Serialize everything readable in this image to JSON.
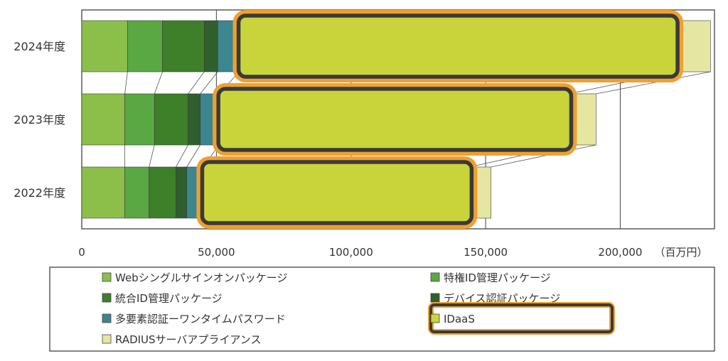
{
  "chart_data": {
    "type": "bar",
    "orientation": "horizontal",
    "stacked": true,
    "categories": [
      "2024年度",
      "2023年度",
      "2022年度"
    ],
    "unit_label": "（百万円）",
    "xlim": [
      0,
      235000
    ],
    "x_ticks": [
      0,
      50000,
      100000,
      150000,
      200000
    ],
    "x_tick_labels": [
      "0",
      "50,000",
      "100,000",
      "150,000",
      "200,000"
    ],
    "grid": "vertical",
    "legend_position": "bottom",
    "highlight_series": "IDaaS",
    "series": [
      {
        "name": "Webシングルサインオンパッケージ",
        "color": "#8cbf4a",
        "values": [
          17000,
          16000,
          16000
        ]
      },
      {
        "name": "特権ID管理パッケージ",
        "color": "#5aa843",
        "values": [
          13000,
          11000,
          9000
        ]
      },
      {
        "name": "統合ID管理パッケージ",
        "color": "#3e7f2a",
        "values": [
          15500,
          12500,
          10000
        ]
      },
      {
        "name": "デバイス認証パッケージ",
        "color": "#2f5f2c",
        "values": [
          5000,
          4500,
          4000
        ]
      },
      {
        "name": "多要素認証ーワンタイムパスワード",
        "color": "#3c8690",
        "values": [
          8000,
          7000,
          6000
        ]
      },
      {
        "name": "IDaaS",
        "color": "#c8d43a",
        "values": [
          162000,
          130000,
          99000
        ]
      },
      {
        "name": "RADIUSサーバアプライアンス",
        "color": "#e6e6a3",
        "values": [
          13000,
          10000,
          8000
        ]
      }
    ]
  }
}
